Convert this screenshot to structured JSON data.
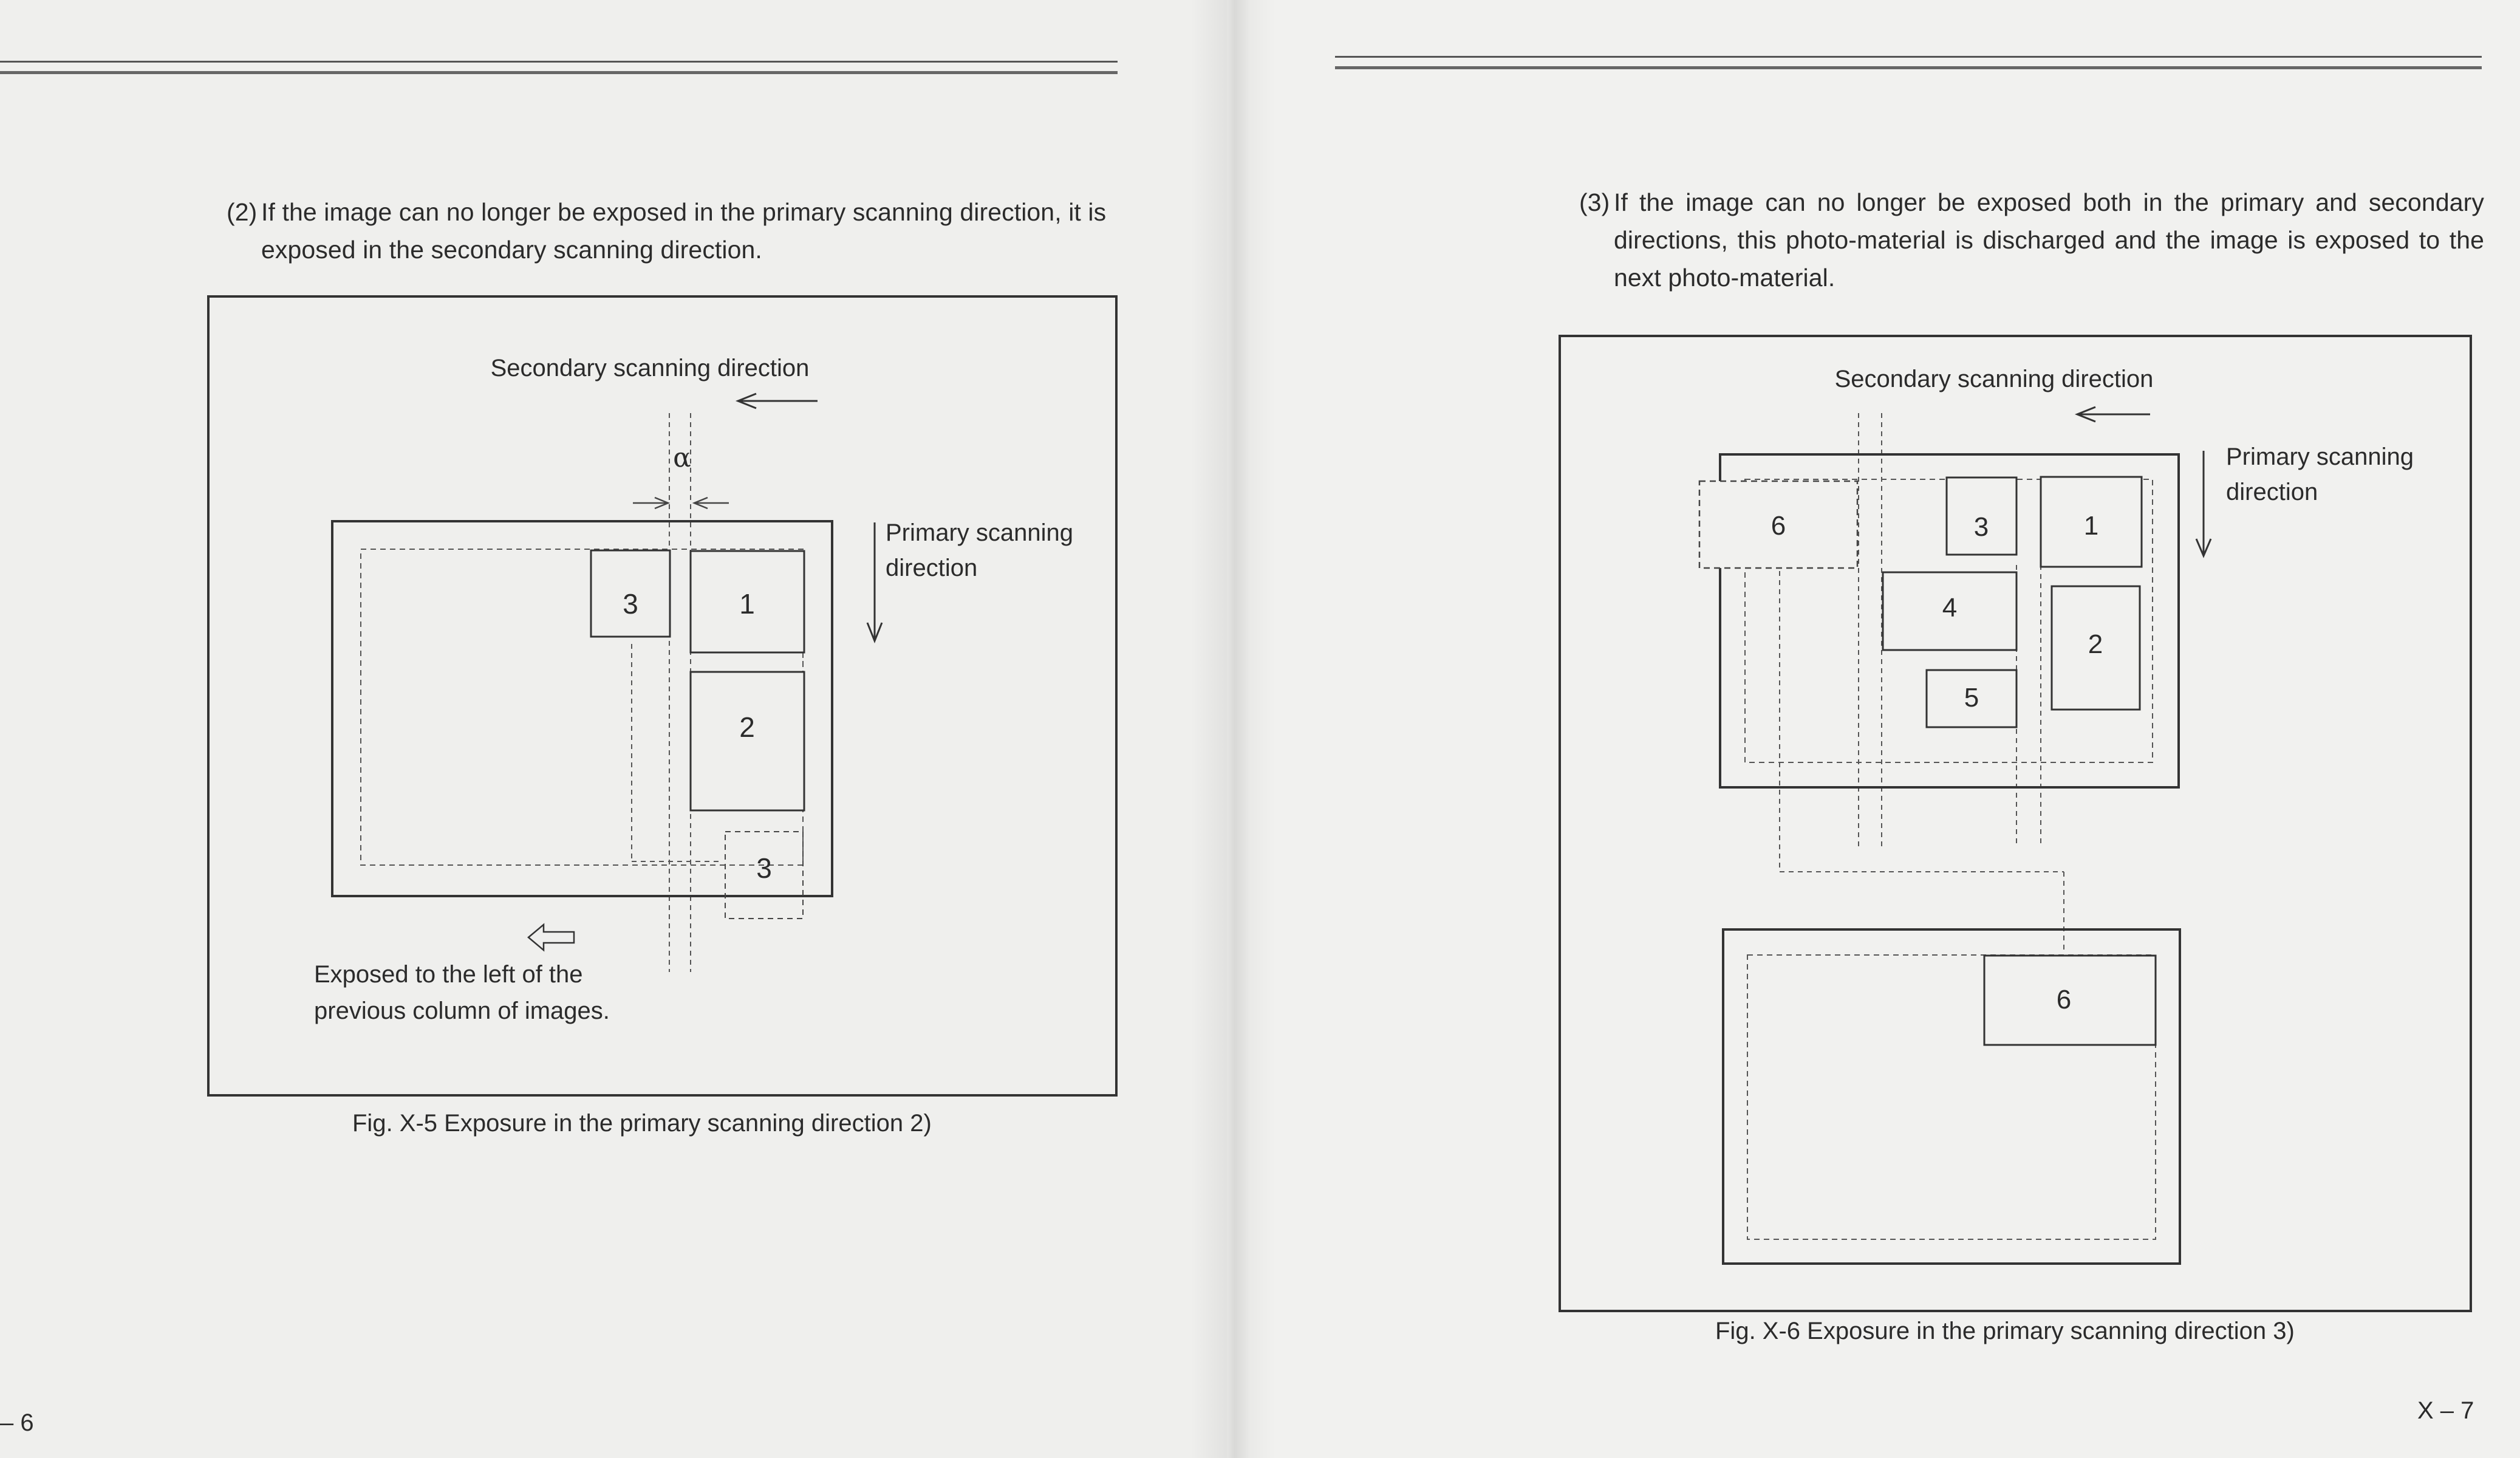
{
  "left_page": {
    "paragraph": {
      "number": "(2)",
      "lines": [
        "If the image can no longer be exposed in the primary scanning direction, it is",
        "exposed in the secondary scanning direction."
      ]
    },
    "figure": {
      "secondary_label": "Secondary scanning direction",
      "alpha_symbol": "α",
      "primary_label_lines": [
        "Primary scanning",
        "direction"
      ],
      "boxes": [
        "3",
        "1",
        "2",
        "3"
      ],
      "note_lines": [
        "Exposed to the left of  the",
        "previous column of images."
      ],
      "caption": "Fig. X-5  Exposure in the primary scanning direction 2)"
    },
    "page_number": "– 6"
  },
  "right_page": {
    "paragraph": {
      "number": "(3)",
      "lines": [
        "If the image can no longer be exposed both in the primary and secondary",
        "directions, this photo-material is discharged and the image is exposed to the",
        "next photo-material."
      ]
    },
    "figure": {
      "secondary_label": "Secondary scanning direction",
      "primary_label_lines": [
        "Primary scanning",
        "direction"
      ],
      "boxes": [
        "6",
        "3",
        "1",
        "4",
        "2",
        "5",
        "6"
      ],
      "caption": "Fig. X-6  Exposure in the primary scanning direction 3)"
    },
    "page_number": "X – 7"
  }
}
